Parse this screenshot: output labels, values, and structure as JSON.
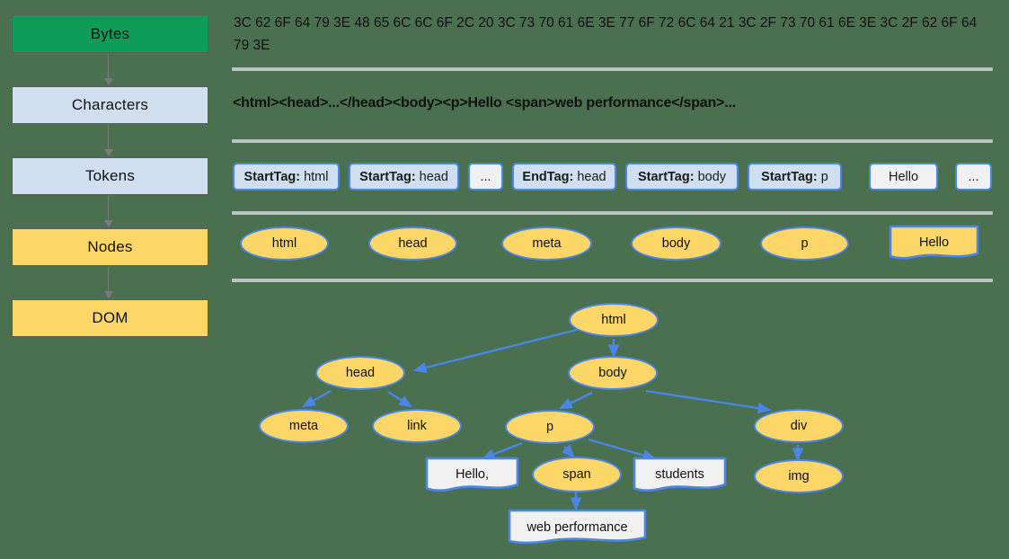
{
  "background_color": "#4a7050",
  "colors": {
    "green": "#0e9d58",
    "light_blue": "#cfdff0",
    "yellow": "#fcd667",
    "node_border": "#4a86e8",
    "divider": "#bcc3c7",
    "arrow_gray": "#7b7b7b"
  },
  "pipeline": {
    "steps": [
      {
        "label": "Bytes",
        "style": "green"
      },
      {
        "label": "Characters",
        "style": "blue"
      },
      {
        "label": "Tokens",
        "style": "blue"
      },
      {
        "label": "Nodes",
        "style": "yellow"
      },
      {
        "label": "DOM",
        "style": "yellow"
      }
    ]
  },
  "bytes_row": {
    "text": "3C 62 6F 64 79 3E 48 65 6C 6C 6F 2C 20 3C 73 70 61 6E 3E 77 6F 72 6C 64 21 3C 2F 73 70 61 6E 3E 3C 2F 62 6F 64 79 3E"
  },
  "characters_row": {
    "text": "<html><head>...</head><body><p>Hello <span>web performance</span>..."
  },
  "tokens_row": {
    "tokens": [
      {
        "key": "StartTag:",
        "value": "html",
        "style": "tag"
      },
      {
        "key": "StartTag:",
        "value": "head",
        "style": "tag"
      },
      {
        "key": "",
        "value": "...",
        "style": "plain"
      },
      {
        "key": "EndTag:",
        "value": "head",
        "style": "tag"
      },
      {
        "key": "StartTag:",
        "value": "body",
        "style": "tag"
      },
      {
        "key": "StartTag:",
        "value": "p",
        "style": "tag"
      },
      {
        "key": "",
        "value": "Hello",
        "style": "plain"
      },
      {
        "key": "",
        "value": "...",
        "style": "plain"
      }
    ]
  },
  "nodes_row": {
    "nodes": [
      {
        "label": "html",
        "shape": "ellipse"
      },
      {
        "label": "head",
        "shape": "ellipse"
      },
      {
        "label": "meta",
        "shape": "ellipse"
      },
      {
        "label": "body",
        "shape": "ellipse"
      },
      {
        "label": "p",
        "shape": "ellipse"
      },
      {
        "label": "Hello",
        "shape": "document"
      }
    ]
  },
  "dom_tree": {
    "nodes": [
      {
        "id": "html",
        "label": "html",
        "shape": "ellipse"
      },
      {
        "id": "head",
        "label": "head",
        "shape": "ellipse"
      },
      {
        "id": "body",
        "label": "body",
        "shape": "ellipse"
      },
      {
        "id": "meta",
        "label": "meta",
        "shape": "ellipse"
      },
      {
        "id": "link",
        "label": "link",
        "shape": "ellipse"
      },
      {
        "id": "p",
        "label": "p",
        "shape": "ellipse"
      },
      {
        "id": "div",
        "label": "div",
        "shape": "ellipse"
      },
      {
        "id": "hello",
        "label": "Hello,",
        "shape": "document"
      },
      {
        "id": "span",
        "label": "span",
        "shape": "ellipse"
      },
      {
        "id": "students",
        "label": "students",
        "shape": "document"
      },
      {
        "id": "img",
        "label": "img",
        "shape": "ellipse"
      },
      {
        "id": "web_performance",
        "label": "web performance",
        "shape": "document"
      }
    ],
    "edges": [
      {
        "from": "html",
        "to": "head"
      },
      {
        "from": "html",
        "to": "body"
      },
      {
        "from": "head",
        "to": "meta"
      },
      {
        "from": "head",
        "to": "link"
      },
      {
        "from": "body",
        "to": "p"
      },
      {
        "from": "body",
        "to": "div"
      },
      {
        "from": "p",
        "to": "hello"
      },
      {
        "from": "p",
        "to": "span"
      },
      {
        "from": "p",
        "to": "students"
      },
      {
        "from": "div",
        "to": "img"
      },
      {
        "from": "span",
        "to": "web_performance"
      }
    ]
  }
}
